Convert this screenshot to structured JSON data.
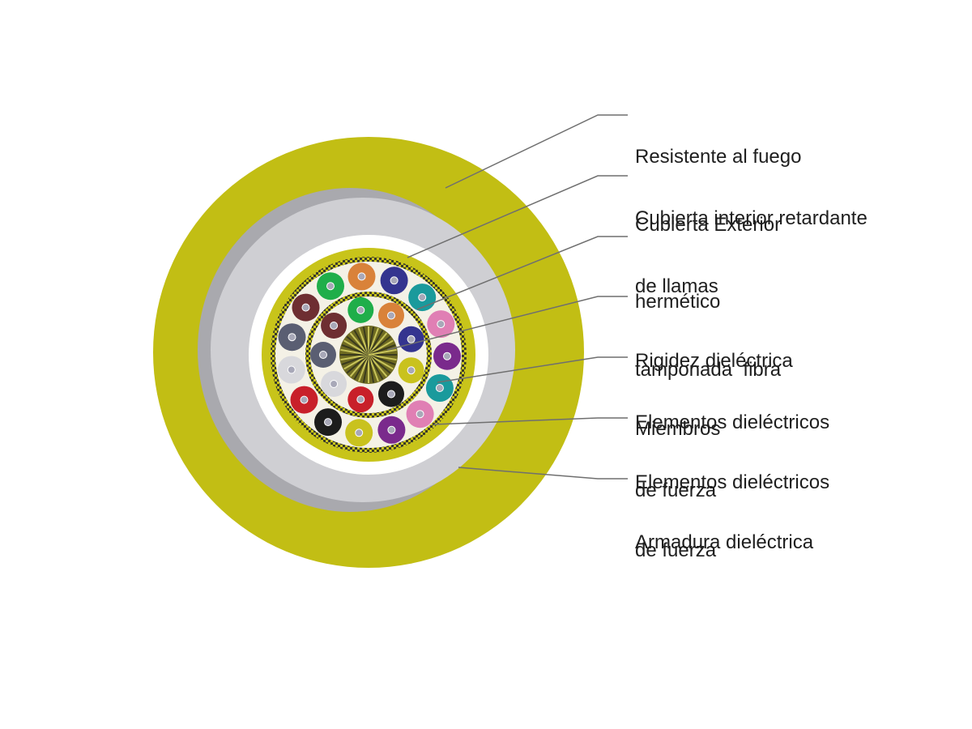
{
  "labels": [
    {
      "lines": [
        "Resistente al fuego",
        "Cubierta Exterior"
      ]
    },
    {
      "lines": [
        "Cubierta interior retardante",
        "de llamas"
      ]
    },
    {
      "lines": [
        "hermético",
        "tamponada  fibra"
      ]
    },
    {
      "lines": [
        "Rigidez dieléctrica",
        "Miembros"
      ]
    },
    {
      "lines": [
        "Elementos dieléctricos",
        "de fuerza"
      ]
    },
    {
      "lines": [
        "Elementos dieléctricos",
        "de fuerza"
      ]
    },
    {
      "lines": [
        "Armadura dieléctrica"
      ]
    }
  ],
  "colors": {
    "outer_jacket": "#c2be14",
    "inner_jacket": "#cfcfd3",
    "inner_jacket_shadow": "#a9a9ae",
    "core_tube": "#c8c41a",
    "strength_yarn": "#f2efe2",
    "armor_dark": "#3a3a2a",
    "center_member": "#6e6a22",
    "leader_line": "#6f6f6f",
    "fiber_core": "#a8a8b8"
  },
  "fibers": {
    "outer_ring": [
      "orange",
      "blue",
      "teal",
      "pink",
      "purple",
      "teal",
      "pink",
      "purple",
      "yellow",
      "black",
      "red",
      "white",
      "gray",
      "brown",
      "green"
    ],
    "inner_ring": [
      "green",
      "orange",
      "blue",
      "yellow",
      "black",
      "red",
      "white",
      "gray",
      "brown"
    ]
  },
  "fiber_palette": {
    "orange": "#d9823a",
    "blue": "#34348f",
    "teal": "#1a9a9c",
    "pink": "#e07fb4",
    "purple": "#7a2a8c",
    "yellow": "#c9c21e",
    "black": "#1c1c1c",
    "red": "#c8202a",
    "white": "#d8d8dc",
    "gray": "#5a5e72",
    "brown": "#6e2e32",
    "green": "#1fae4a"
  }
}
